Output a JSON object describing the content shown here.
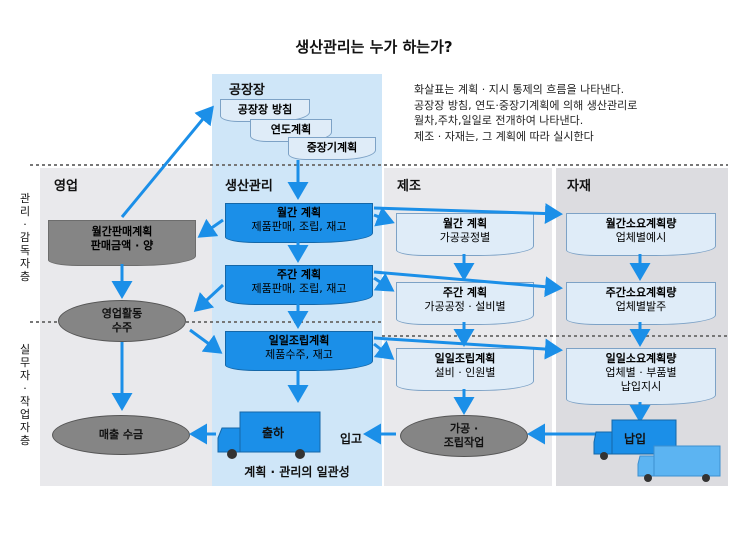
{
  "title": "생산관리는 누가 하는가?",
  "description": [
    "화살표는 계획 · 지시 통제의 흐름을 나타낸다.",
    "공장장 방침, 연도·중장기계획에 의해 생산관리로",
    "월차,주차,일일로 전개하여 나타낸다.",
    "제조 · 자재는, 그 계획에 따라 실시한다"
  ],
  "columns": {
    "factory": "공장장",
    "sales": "영업",
    "prod": "생산관리",
    "mfg": "제조",
    "mat": "자재"
  },
  "side_labels": {
    "management": "관리·감독자층",
    "operators": "실무자·작업자층"
  },
  "factory_docs": [
    "공장장 방침",
    "연도계획",
    "중장기계획"
  ],
  "sales_boxes": {
    "monthly": {
      "title": "월간판매계획",
      "sub": "판매금액 · 양"
    },
    "activity": {
      "title": "영업활동",
      "sub": "수주"
    },
    "collection": {
      "title": "매출 수금"
    }
  },
  "prod_boxes": {
    "monthly": {
      "title": "월간 계획",
      "sub": "제품판매, 조립, 재고"
    },
    "weekly": {
      "title": "주간 계획",
      "sub": "제품판매, 조립, 재고"
    },
    "daily": {
      "title": "일일조립계획",
      "sub": "제품수주, 재고"
    },
    "shipping": "출하",
    "footer": "계획 · 관리의 일관성"
  },
  "mfg_boxes": {
    "monthly": {
      "title": "월간 계획",
      "sub": "가공공정별"
    },
    "weekly": {
      "title": "주간 계획",
      "sub": "가공공정 · 설비별"
    },
    "daily": {
      "title": "일일조립계획",
      "sub": "설비 · 인원별"
    },
    "work": {
      "title": "가공 ·",
      "sub": "조립작업"
    },
    "receiving": "입고"
  },
  "mat_boxes": {
    "monthly": {
      "title": "월간소요계획량",
      "sub": "업체별예시"
    },
    "weekly": {
      "title": "주간소요계획량",
      "sub": "업체별발주"
    },
    "daily": {
      "title": "일일소요계획량",
      "sub": "업체별 · 부품별",
      "sub2": "납입지시"
    },
    "delivery": "납입"
  },
  "colors": {
    "blue": "#1b8fe8",
    "light_blue_col": "#cfe6f8",
    "grey_col": "#e9e9ec",
    "grey_box": "#858585",
    "arrow": "#1b8fe8"
  }
}
